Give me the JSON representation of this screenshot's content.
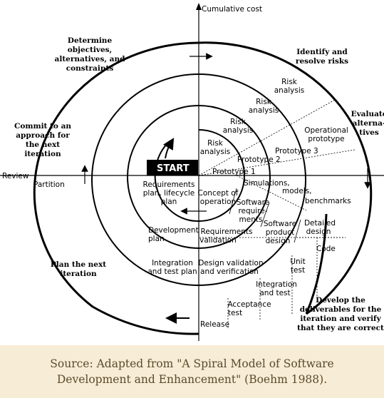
{
  "diagram": {
    "axes": {
      "vertical_label": "Cumulative cost",
      "horizontal_left_labels": [
        "Review",
        "Partition"
      ]
    },
    "quadrants": {
      "top_left": [
        "Determine",
        "objectives,",
        "alternatives, and",
        "constraints"
      ],
      "top_right": [
        "Identify and",
        "resolve risks"
      ],
      "right": [
        "Evaluate",
        "alterna-",
        "tives"
      ],
      "left": [
        "Commit to an",
        "approach for",
        "the next",
        "iteration"
      ],
      "bottom_left": [
        "Plan the next",
        "iteration"
      ],
      "bottom_right": [
        "Develop the",
        "deliverables for the",
        "iteration and verify",
        "that they are correct"
      ]
    },
    "start_label": "START",
    "risk_analysis": [
      [
        "Risk",
        "analysis"
      ],
      [
        "Risk",
        "analysis"
      ],
      [
        "Risk",
        "analysis"
      ],
      [
        "Risk",
        "analysis"
      ]
    ],
    "prototypes": [
      "Prototype 1",
      "Prototype 2",
      "Prototype 3"
    ],
    "operational_prototype": [
      "Operational",
      "prototype"
    ],
    "simulations": [
      "Simulations,",
      "models,",
      "benchmarks"
    ],
    "plans": {
      "requirements_plan": [
        "Requirements",
        "plan, lifecycle",
        "plan"
      ],
      "development_plan": [
        "Development",
        "plan"
      ],
      "integration_plan": [
        "Integration",
        "and test plan"
      ]
    },
    "concept": [
      "Concept of",
      "operation"
    ],
    "software_requirements": [
      "Software",
      "require-",
      "ments"
    ],
    "requirements_validation": [
      "Requirements",
      "validation"
    ],
    "software_product_design": [
      "Software",
      "product",
      "design"
    ],
    "design_validation": [
      "Design validation",
      "and verification"
    ],
    "detailed_design": [
      "Detailed",
      "design"
    ],
    "code": "Code",
    "unit_test": [
      "Unit",
      "test"
    ],
    "integration_test": [
      "Integration",
      "and test"
    ],
    "acceptance_test": [
      "Acceptance",
      "test"
    ],
    "release": "Release"
  },
  "caption": {
    "line1": "Source: Adapted from \"A Spiral Model of Software",
    "line2": "Development and Enhancement\" (Boehm 1988)."
  }
}
